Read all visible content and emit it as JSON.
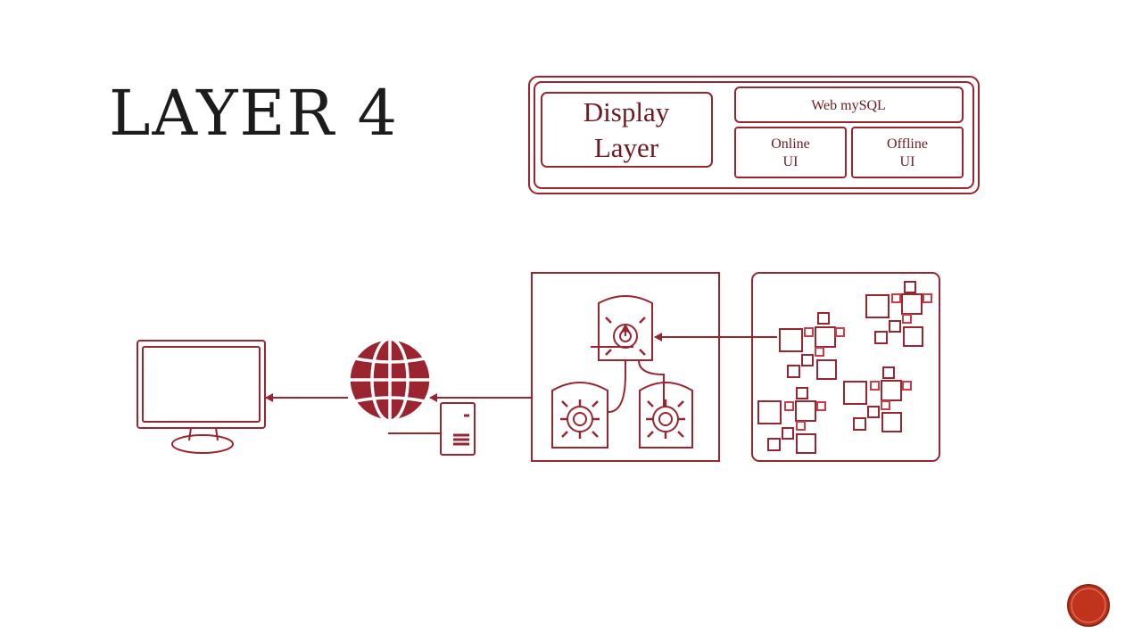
{
  "slide": {
    "title": "LAYER 4"
  },
  "diagram": {
    "stroke_color": "#9a2530",
    "layer_box": {
      "display_layer": [
        "Display",
        "Layer"
      ],
      "web_mysql": "Web mySQL",
      "online_ui": [
        "Online",
        "UI"
      ],
      "offline_ui": [
        "Offline",
        "UI"
      ]
    },
    "icons": [
      "monitor-icon",
      "globe-icon",
      "server-tower-icon",
      "hub-nodes-icon",
      "scattered-data-icon"
    ]
  },
  "nav": {
    "color": "#c0341d"
  }
}
